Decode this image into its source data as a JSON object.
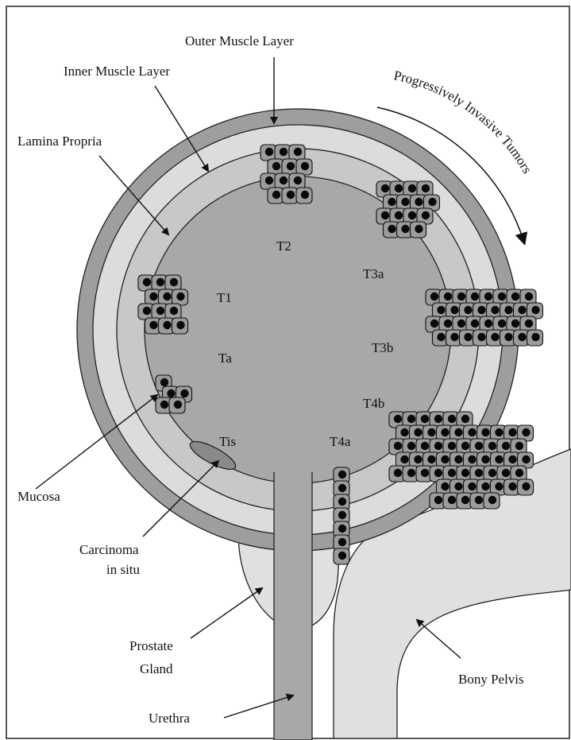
{
  "labels": {
    "outer_muscle": "Outer Muscle Layer",
    "inner_muscle": "Inner Muscle Layer",
    "lamina_propria": "Lamina Propria",
    "mucosa": "Mucosa",
    "carcinoma_line1": "Carcinoma",
    "carcinoma_line2": "in situ",
    "prostate_line1": "Prostate",
    "prostate_line2": "Gland",
    "urethra": "Urethra",
    "bony_pelvis": "Bony Pelvis",
    "progressive": "Progressively Invasive Tumors"
  },
  "stages": {
    "t2": "T2",
    "t3a": "T3a",
    "t1": "T1",
    "ta": "Ta",
    "t3b": "T3b",
    "t4b": "T4b",
    "tis": "Tis",
    "t4a": "T4a"
  },
  "colors": {
    "outer_ring": "#9e9e9e",
    "inner_ring": "#dcdcdc",
    "lamina": "#c8c8c8",
    "lumen": "#a8a8a8",
    "cell_body": "#9c9c9c",
    "nucleus": "#0a0a0a",
    "prostate": "#e0e0e0",
    "pelvis": "#e0e0e0",
    "urethra": "#a8a8a8"
  }
}
